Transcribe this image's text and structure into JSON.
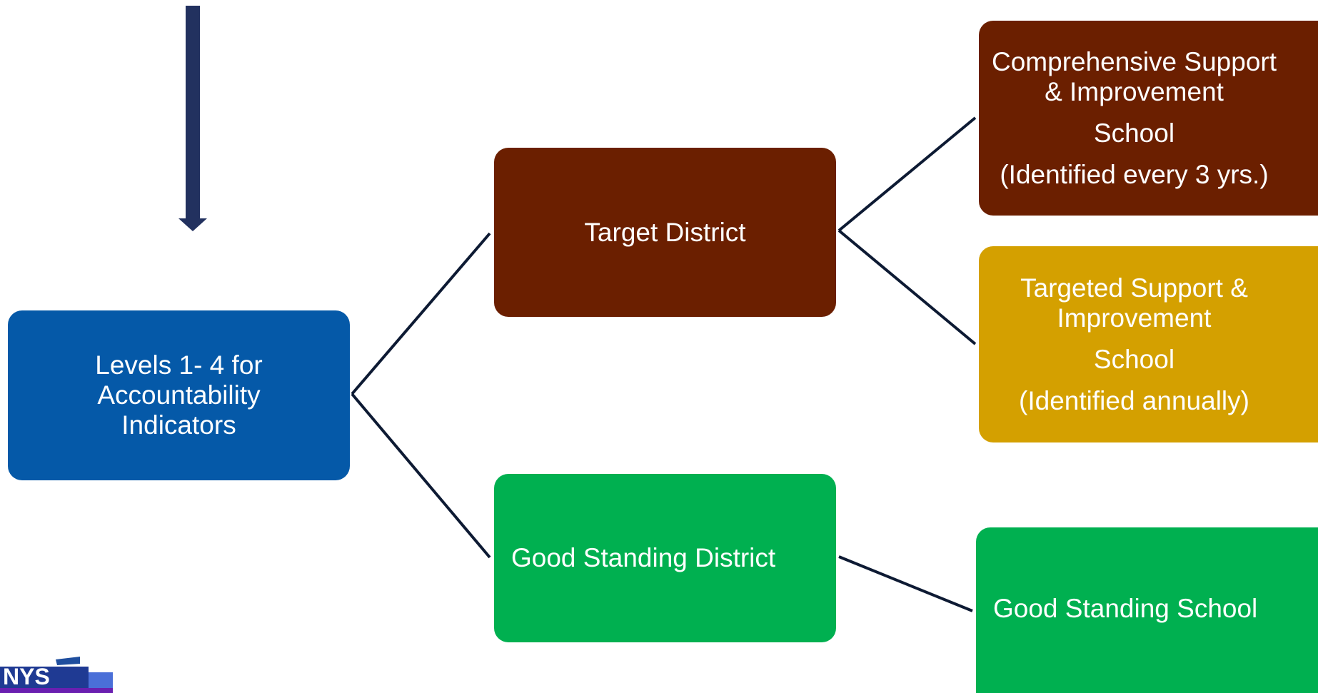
{
  "diagram": {
    "nodes": {
      "levels": {
        "lines": [
          "Levels 1- 4 for",
          "Accountability",
          "Indicators"
        ]
      },
      "target_district": {
        "lines": [
          "Target District"
        ]
      },
      "good_district": {
        "lines": [
          "Good Standing District"
        ]
      },
      "csi_school": {
        "lines": [
          "Comprehensive Support",
          "& Improvement",
          "School",
          "(Identified every 3 yrs.)"
        ]
      },
      "tsi_school": {
        "lines": [
          "Targeted Support &",
          "Improvement",
          "School",
          "(Identified annually)"
        ]
      },
      "good_school": {
        "lines": [
          "Good Standing School"
        ]
      }
    },
    "colors": {
      "arrow": "#22315F",
      "connector": "#0D1A33",
      "levels": "#0559A8",
      "target": "#6B1F00",
      "good": "#00B050",
      "tsi": "#D4A000"
    }
  },
  "logo": {
    "text": "NYS"
  }
}
